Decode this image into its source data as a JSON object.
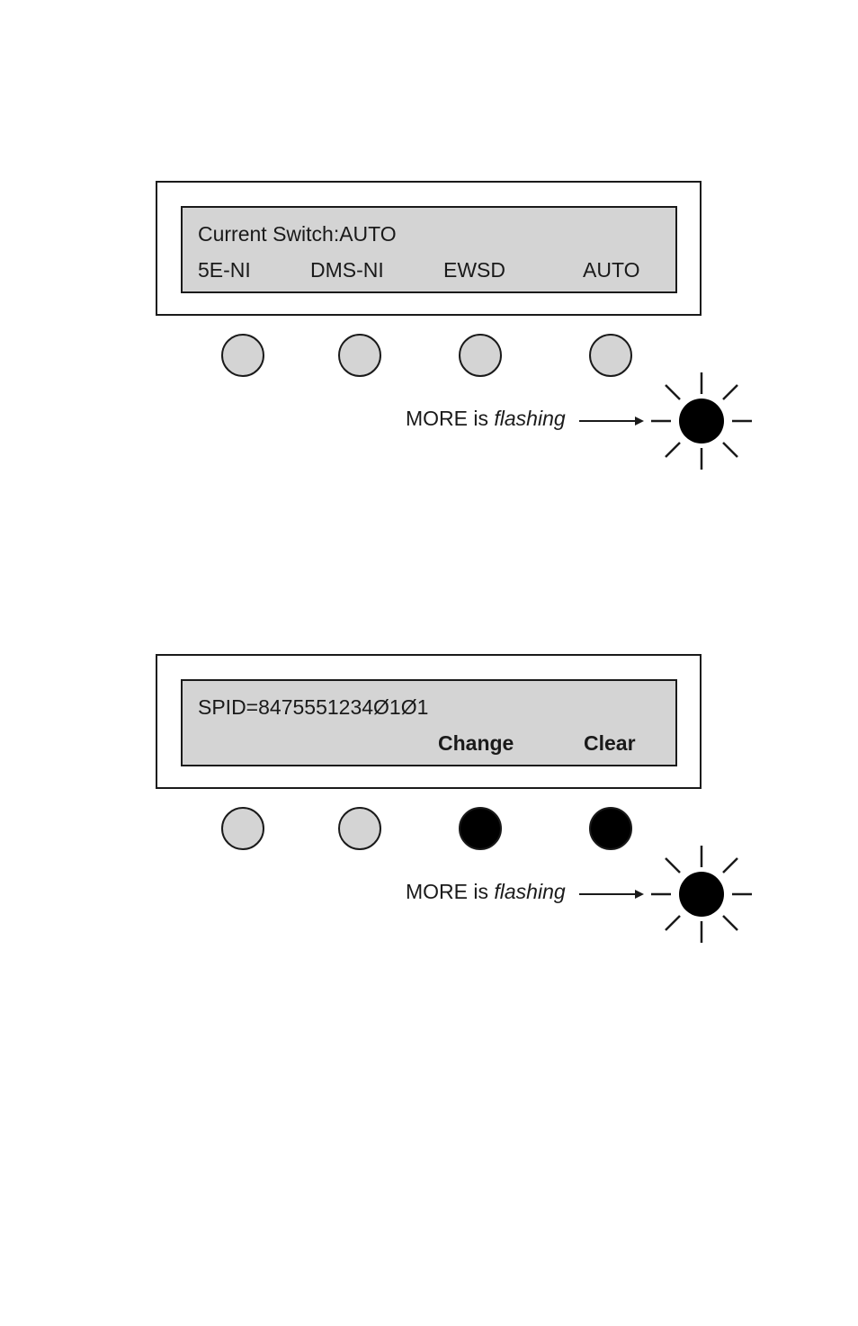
{
  "panels": [
    {
      "display_line1": "Current Switch:AUTO",
      "labels": [
        "5E-NI",
        "DMS-NI",
        "EWSD",
        "AUTO"
      ],
      "labels_bold": false,
      "keys_active": [
        false,
        false,
        false,
        false
      ],
      "more_text": "MORE is",
      "more_emphasis": "flashing"
    },
    {
      "display_line1": "SPID=8475551234Ø1Ø1",
      "labels": [
        "",
        "",
        "Change",
        "Clear"
      ],
      "labels_bold": true,
      "keys_active": [
        false,
        false,
        true,
        true
      ],
      "more_text": "MORE is",
      "more_emphasis": "flashing"
    }
  ],
  "colors": {
    "display_background": "#d4d4d4",
    "key_inactive": "#d4d4d4",
    "key_active": "#000000",
    "more_indicator": "#000000"
  },
  "icons": {
    "more_indicator": "flashing-light-icon",
    "pointer": "arrow-right-icon"
  }
}
